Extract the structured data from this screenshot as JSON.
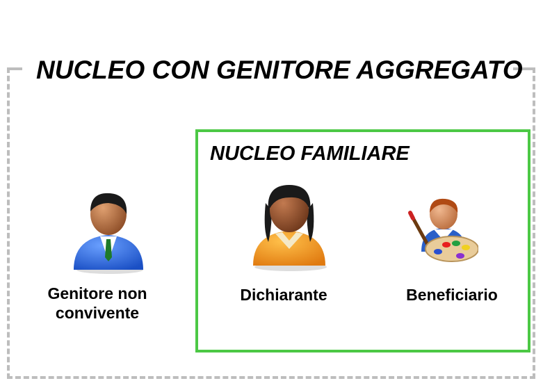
{
  "diagram": {
    "outer_title": "NUCLEO CON GENITORE AGGREGATO",
    "inner_title": "NUCLEO FAMILIARE",
    "colors": {
      "frame_dashed": "#bdbdbd",
      "family_box": "#4cc845"
    },
    "people": {
      "parent": {
        "label_line1": "Genitore non",
        "label_line2": "convivente",
        "icon": "businessman-icon"
      },
      "declarant": {
        "label": "Dichiarante",
        "icon": "woman-icon"
      },
      "beneficiary": {
        "label": "Beneficiario",
        "icon": "child-painter-icon"
      }
    }
  }
}
